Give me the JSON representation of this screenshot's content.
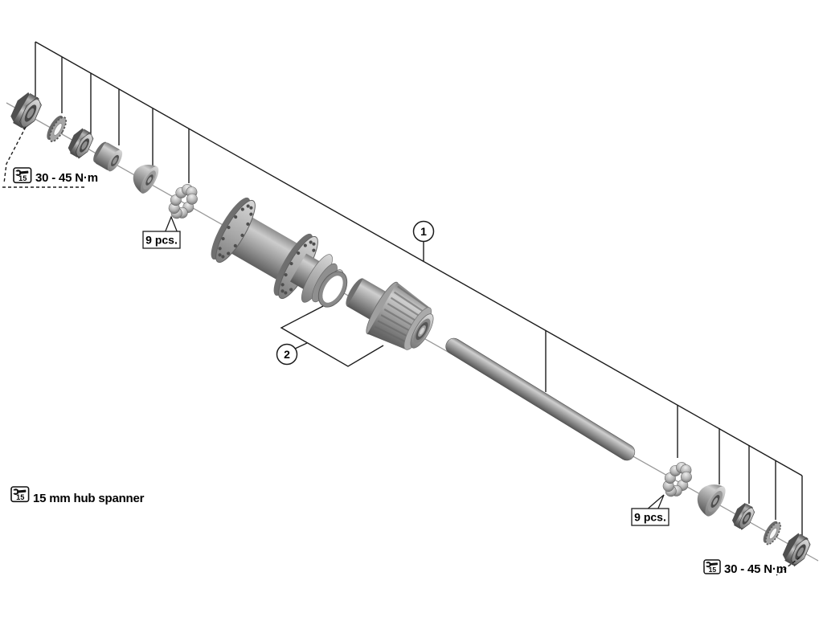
{
  "diagram": {
    "balloons": {
      "one": "1",
      "two": "2"
    },
    "labels": {
      "torque_top": "30 - 45 N·m",
      "torque_bottom": "30 - 45 N·m",
      "pcs_left": "9 pcs.",
      "pcs_right": "9 pcs.",
      "tool_note": "15 mm hub spanner",
      "wrench_icon_number": "15"
    },
    "colors": {
      "background": "#ffffff",
      "line": "#1c1c1c",
      "axis_line": "#9a9a9a",
      "metal_light": "#cfcfcf",
      "metal_mid": "#9e9e9e",
      "metal_dark": "#5a5a5a"
    }
  }
}
